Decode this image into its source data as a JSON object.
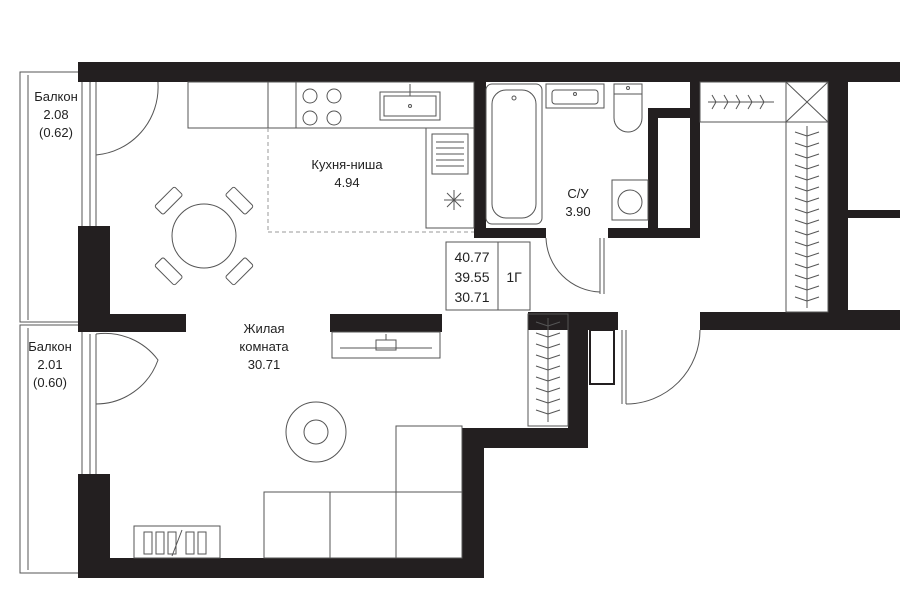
{
  "colors": {
    "wall": "#231f20",
    "line": "#555555",
    "dash": "#999999",
    "background": "#ffffff"
  },
  "rooms": {
    "balcony_top": {
      "name": "Балкон",
      "area": "2.08",
      "area_coeff": "(0.62)"
    },
    "balcony_bottom": {
      "name": "Балкон",
      "area": "2.01",
      "area_coeff": "(0.60)"
    },
    "kitchen": {
      "name": "Кухня-ниша",
      "area": "4.94"
    },
    "bathroom": {
      "name": "С/У",
      "area": "3.90"
    },
    "living": {
      "name_line1": "Жилая",
      "name_line2": "комната",
      "area": "30.71"
    }
  },
  "summary": {
    "total_area": "40.77",
    "area_without_balcony": "39.55",
    "living_area": "30.71",
    "apartment_type": "1Г"
  },
  "icons": [
    "bathtub-icon",
    "sink-icon",
    "toilet-icon",
    "washing-machine-icon",
    "stove-icon",
    "dining-table-icon",
    "sofa-icon",
    "tv-icon",
    "rug-icon",
    "radiator-icon",
    "wardrobe-icon"
  ]
}
